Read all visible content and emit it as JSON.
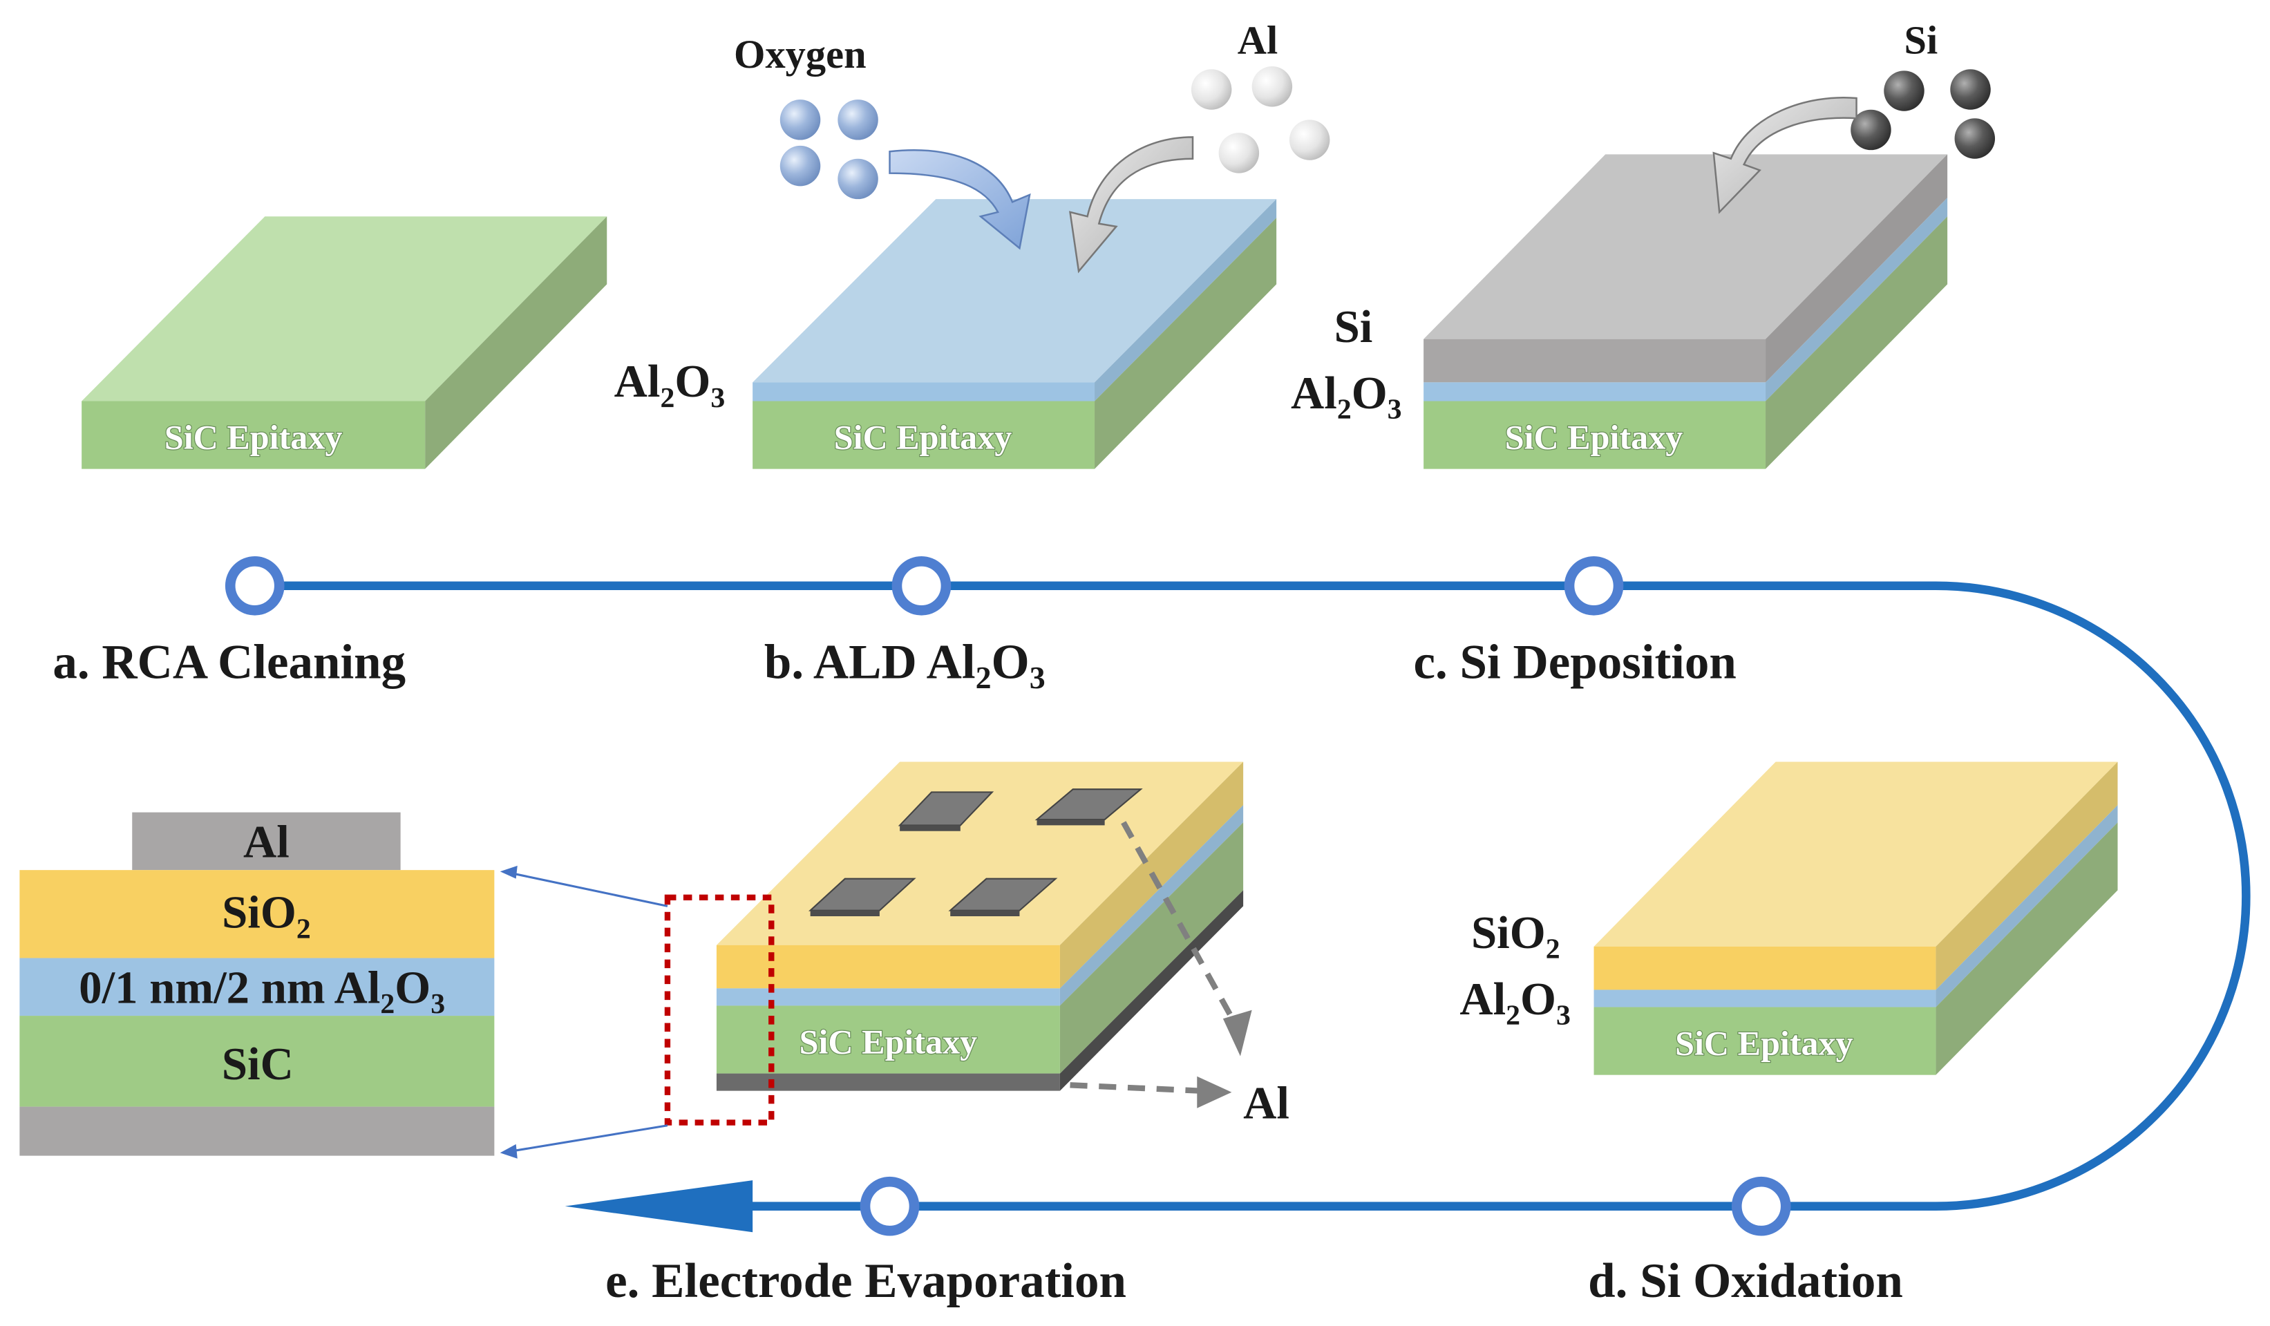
{
  "colors": {
    "sic_front": "#9fcb86",
    "sic_top": "#bfe0ad",
    "sic_side": "#8eac79",
    "al2o3": "#9dc3e3",
    "al2o3_top": "#b9d4e8",
    "si": "#a8a6a6",
    "si_top": "#c4c4c4",
    "sio2": "#f8d062",
    "sio2_top": "#f7e29e",
    "line": "#1f6fbf",
    "metal": "#7b7b7b",
    "dash_red": "#c00000"
  },
  "steps": {
    "a": {
      "part1": "a. RCA Cleaning"
    },
    "b": {
      "part1": "b. ALD Al",
      "sub1": "2",
      "part2": "O",
      "sub2": "3"
    },
    "c": {
      "part1": "c. Si Deposition"
    },
    "d": {
      "part1": "d. Si Oxidation"
    },
    "e": {
      "part1": "e. Electrode Evaporation"
    }
  },
  "panel_a": {
    "film": "SiC Epitaxy"
  },
  "panel_b": {
    "film": "SiC Epitaxy",
    "oxygen": "Oxygen",
    "al": "Al",
    "layer_a": "Al",
    "layer_a_sub1": "2",
    "layer_a_o": "O",
    "layer_a_sub2": "3"
  },
  "panel_c": {
    "film": "SiC Epitaxy",
    "si_top": "Si",
    "si": "Si",
    "layer_a": "Al",
    "layer_a_sub1": "2",
    "layer_a_o": "O",
    "layer_a_sub2": "3"
  },
  "panel_d": {
    "film": "SiC Epitaxy",
    "sio2": "SiO",
    "sio2_sub": "2",
    "layer_a": "Al",
    "layer_a_sub1": "2",
    "layer_a_o": "O",
    "layer_a_sub2": "3"
  },
  "panel_e": {
    "film": "SiC Epitaxy",
    "al": "Al"
  },
  "cross_section": {
    "al": "Al",
    "sio2": "SiO",
    "sio2_sub": "2",
    "al2o3_prefix": "0/1 nm/2 nm Al",
    "al2o3_sub1": "2",
    "al2o3_o": "O",
    "al2o3_sub2": "3",
    "sic": "SiC"
  }
}
